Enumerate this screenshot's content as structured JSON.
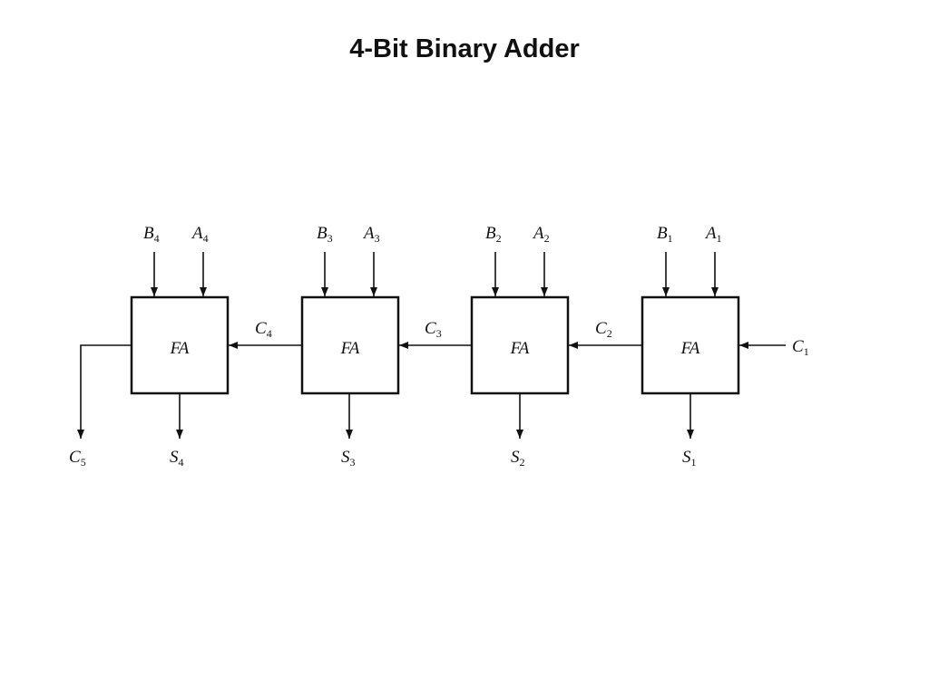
{
  "title": "4-Bit Binary Adder",
  "stages": [
    {
      "block": "FA",
      "b": {
        "base": "B",
        "sub": "4"
      },
      "a": {
        "base": "A",
        "sub": "4"
      },
      "s": {
        "base": "S",
        "sub": "4"
      }
    },
    {
      "block": "FA",
      "b": {
        "base": "B",
        "sub": "3"
      },
      "a": {
        "base": "A",
        "sub": "3"
      },
      "s": {
        "base": "S",
        "sub": "3"
      }
    },
    {
      "block": "FA",
      "b": {
        "base": "B",
        "sub": "2"
      },
      "a": {
        "base": "A",
        "sub": "2"
      },
      "s": {
        "base": "S",
        "sub": "2"
      }
    },
    {
      "block": "FA",
      "b": {
        "base": "B",
        "sub": "1"
      },
      "a": {
        "base": "A",
        "sub": "1"
      },
      "s": {
        "base": "S",
        "sub": "1"
      }
    }
  ],
  "carries": {
    "c1": {
      "base": "C",
      "sub": "1"
    },
    "c2": {
      "base": "C",
      "sub": "2"
    },
    "c3": {
      "base": "C",
      "sub": "3"
    },
    "c4": {
      "base": "C",
      "sub": "4"
    },
    "c5": {
      "base": "C",
      "sub": "5"
    }
  }
}
